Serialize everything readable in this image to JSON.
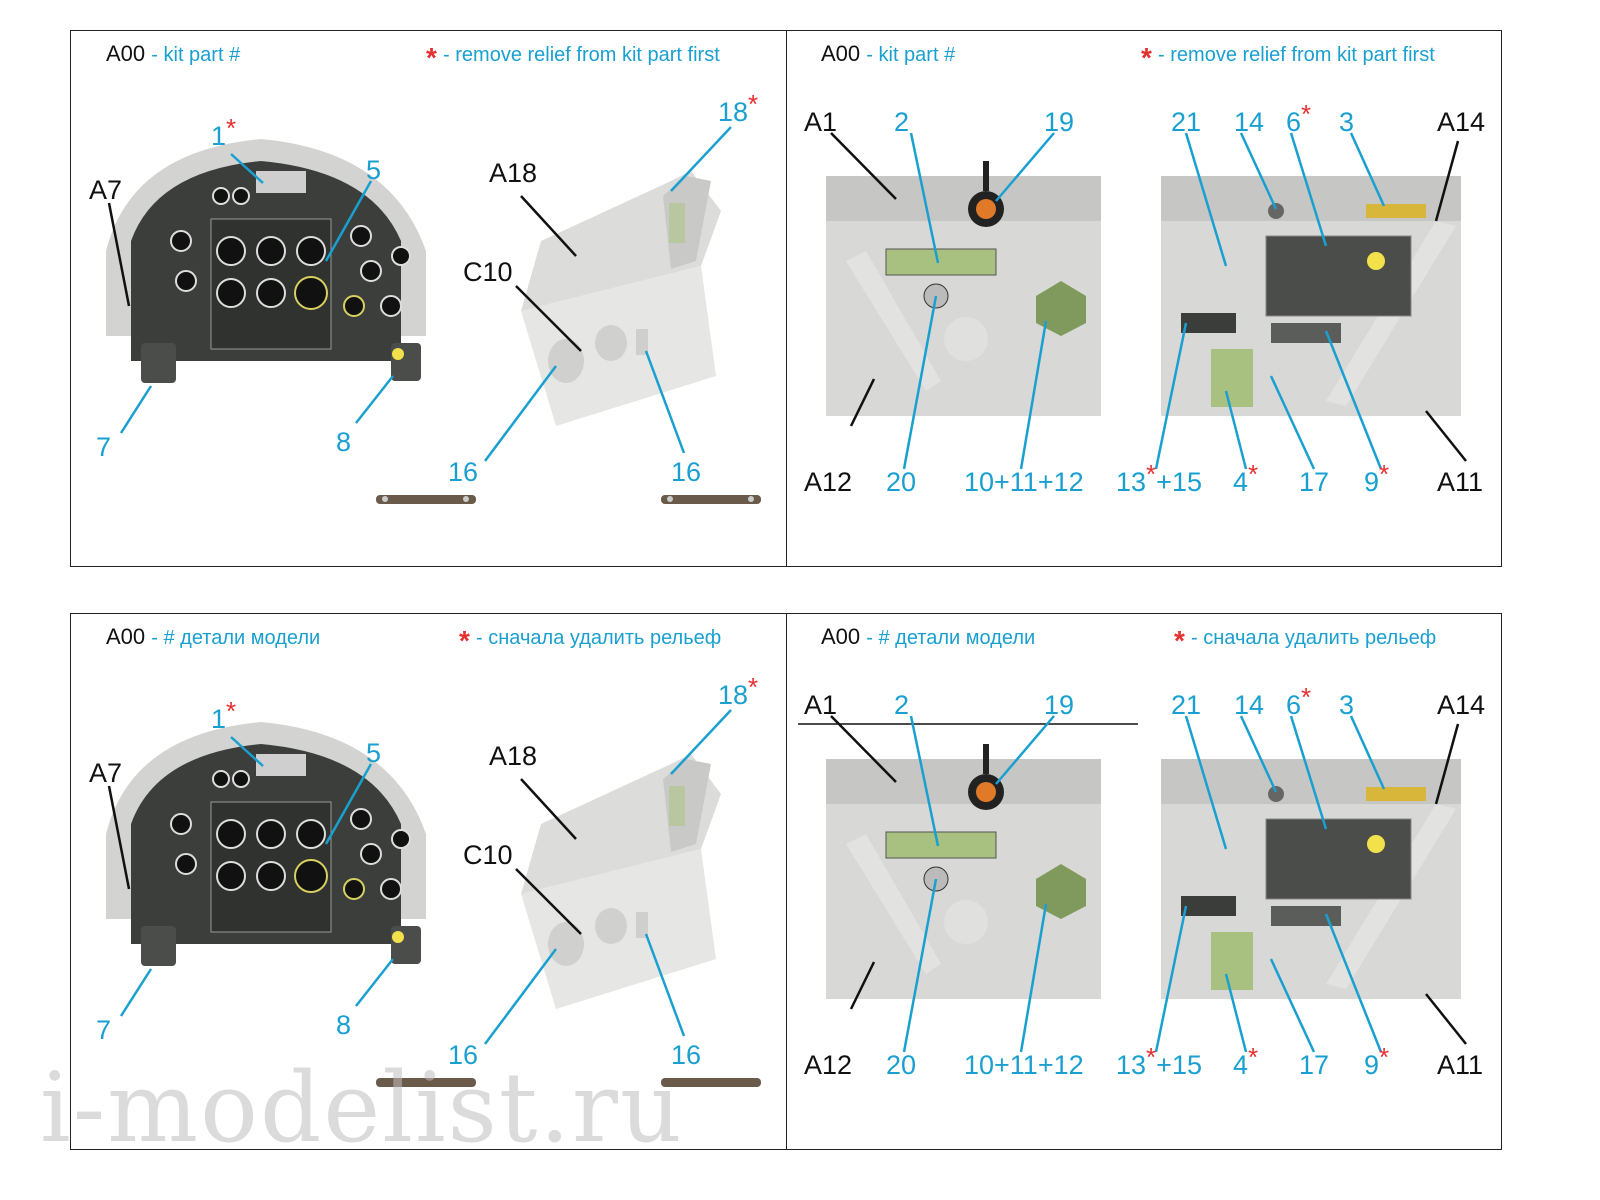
{
  "sheets": [
    {
      "legend_left": {
        "code": "A00",
        "desc": "- kit part #",
        "star": "*",
        "note": "- remove relief from kit part first"
      },
      "legend_right": {
        "code": "A00",
        "desc": "- kit part #",
        "star": "*",
        "note": "- remove relief from kit part first"
      }
    },
    {
      "legend_left": {
        "code": "A00",
        "desc": "- # детали модели",
        "star": "*",
        "note": "- сначала удалить рельеф"
      },
      "legend_right": {
        "code": "A00",
        "desc": "- # детали модели",
        "star": "*",
        "note": "- сначала удалить рельеф"
      }
    }
  ],
  "left_labels": {
    "p1": "1",
    "p5": "5",
    "p7": "7",
    "p8": "8",
    "p16a": "16",
    "p16b": "16",
    "p18": "18",
    "a7": "A7",
    "a18": "A18",
    "c10": "C10",
    "star": "*"
  },
  "right_labels": {
    "a1": "A1",
    "a12": "A12",
    "a14": "A14",
    "a11": "A11",
    "p2": "2",
    "p19": "19",
    "p20": "20",
    "p10": "10+11+12",
    "p21": "21",
    "p14": "14",
    "p6": "6",
    "p3": "3",
    "p13": "13",
    "p15": "+15",
    "p4": "4",
    "p17": "17",
    "p9": "9",
    "star": "*"
  },
  "watermark": "i-modelist.ru",
  "colors": {
    "accent": "#1aa0d0",
    "asterisk": "#e53030",
    "leader_blue": "#1aa0d0",
    "leader_black": "#111111",
    "panel": "#3a3d3a",
    "part_grey": "#d6d6d4"
  }
}
